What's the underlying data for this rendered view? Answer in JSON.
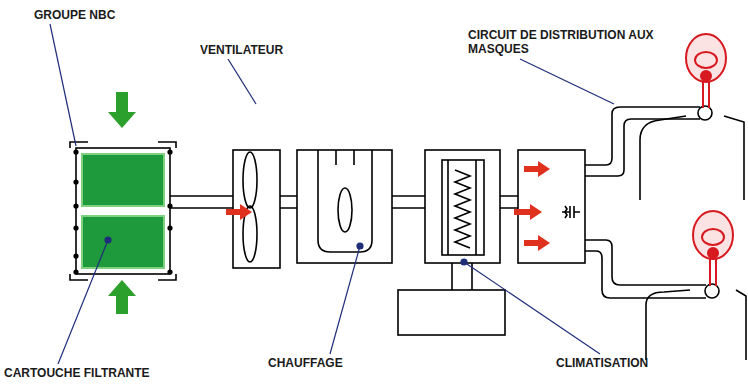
{
  "diagram": {
    "labels": [
      "GROUPE NBC",
      "VENTILATEUR",
      "CIRCUIT DE DISTRIBUTION AUX MASQUES",
      "CARTOUCHE FILTRANTE",
      "CHAUFFAGE",
      "CLIMATISATION"
    ]
  }
}
